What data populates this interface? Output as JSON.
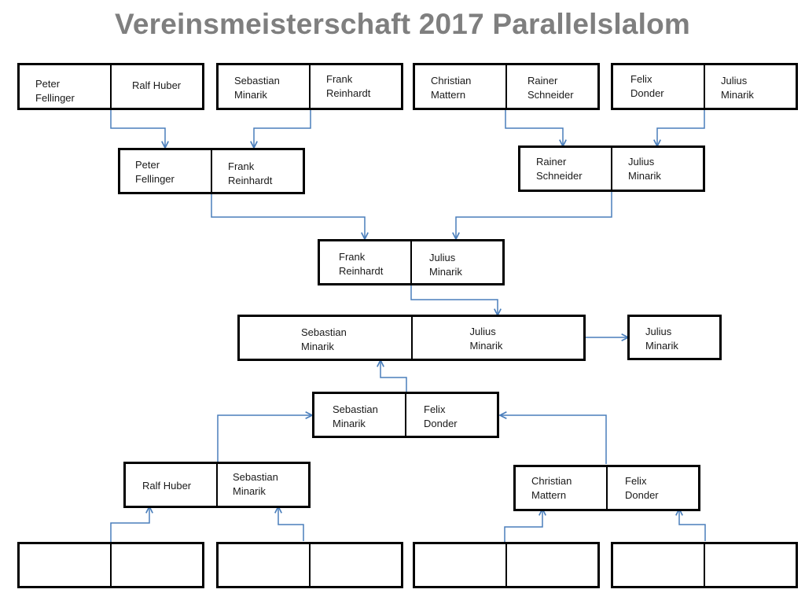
{
  "title": "Vereinsmeisterschaft 2017 Parallelslalom",
  "connector_color": "#4a7ebb",
  "round1": [
    {
      "left": "Peter\nFellinger",
      "right": "Ralf Huber"
    },
    {
      "left": "Sebastian\nMinarik",
      "right": "Frank\nReinhardt"
    },
    {
      "left": "Christian\nMattern",
      "right": "Rainer\nSchneider"
    },
    {
      "left": "Felix\nDonder",
      "right": "Julius\nMinarik"
    }
  ],
  "round2": [
    {
      "left": "Peter\nFellinger",
      "right": "Frank\nReinhardt"
    },
    {
      "left": "Rainer\nSchneider",
      "right": "Julius\nMinarik"
    }
  ],
  "semifinal_upper": {
    "left": "Frank\nReinhardt",
    "right": "Julius\nMinarik"
  },
  "final": {
    "left": "Sebastian\nMinarik",
    "right": "Julius\nMinarik"
  },
  "champion": "Julius\nMinarik",
  "semifinal_lower": {
    "left": "Sebastian\nMinarik",
    "right": "Felix\nDonder"
  },
  "lower_round2": [
    {
      "left": "Ralf Huber",
      "right": "Sebastian\nMinarik"
    },
    {
      "left": "Christian\nMattern",
      "right": "Felix\nDonder"
    }
  ],
  "lower_round1": [
    {
      "left": "",
      "right": ""
    },
    {
      "left": "",
      "right": ""
    },
    {
      "left": "",
      "right": ""
    },
    {
      "left": "",
      "right": ""
    }
  ]
}
